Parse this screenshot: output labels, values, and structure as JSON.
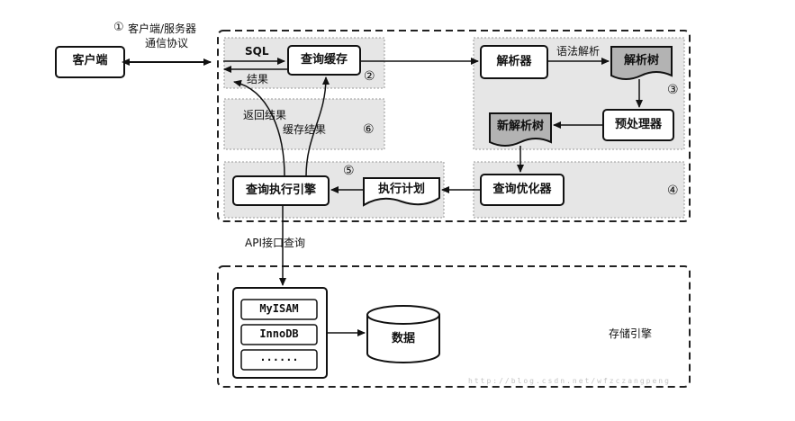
{
  "protocol_step": "①",
  "protocol_label_line1": "客户端/服务器",
  "protocol_label_line2": "通信协议",
  "client": "客户端",
  "sql_label": "SQL",
  "query_cache": "查询缓存",
  "result_label": "结果",
  "step2": "②",
  "return_result": "返回结果",
  "cache_result": "缓存结果",
  "step6": "⑥",
  "parser": "解析器",
  "syntax_parse": "语法解析",
  "parse_tree": "解析树",
  "step3": "③",
  "preprocessor": "预处理器",
  "new_parse_tree": "新解析树",
  "optimizer": "查询优化器",
  "step4": "④",
  "execution_plan": "执行计划",
  "execution_engine": "查询执行引擎",
  "step5": "⑤",
  "api_query": "API接口查询",
  "engines": [
    "MyISAM",
    "InnoDB",
    "......"
  ],
  "data_store": "数据",
  "storage_engine": "存储引擎",
  "watermark": "http://blog.csdn.net/wfzczangpeng"
}
